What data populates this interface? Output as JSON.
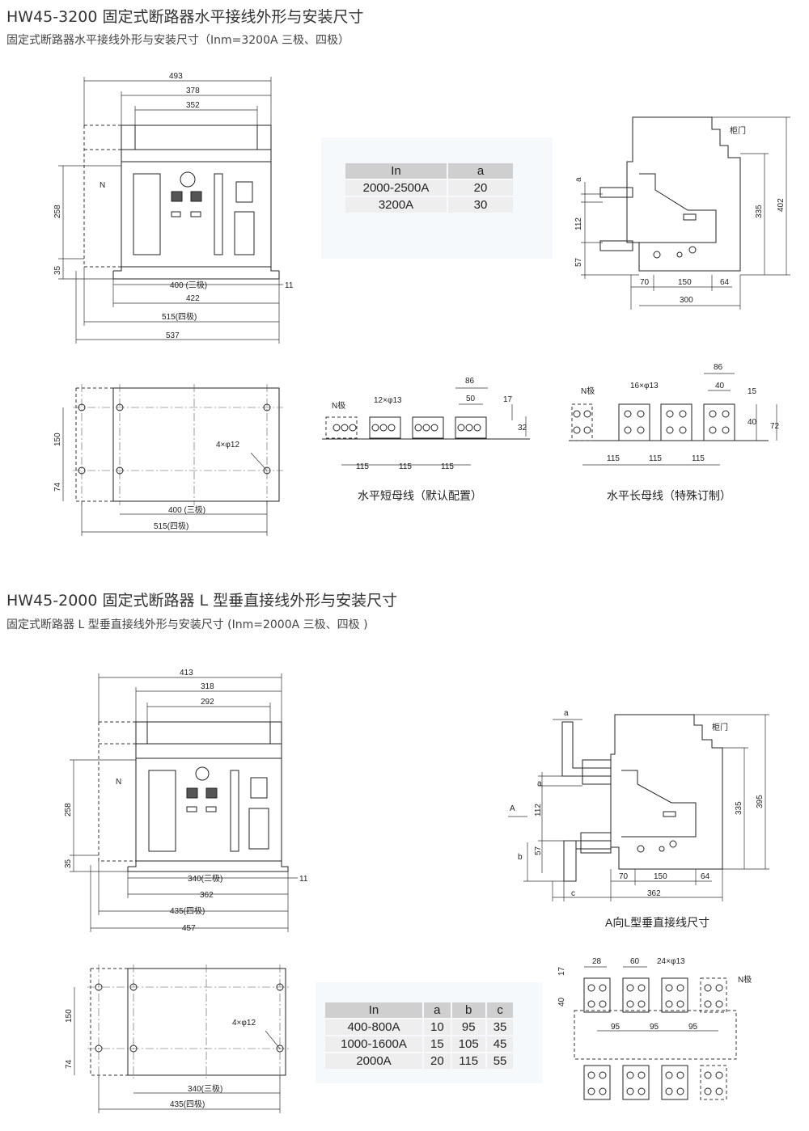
{
  "section1": {
    "title": "HW45-3200 固定式断路器水平接线外形与安装尺寸",
    "subtitle": "固定式断路器水平接线外形与安装尺寸（Inm=3200A 三极、四极）"
  },
  "section2": {
    "title": "HW45-2000 固定式断路器 L 型垂直接线外形与安装尺寸",
    "subtitle": "固定式断路器 L 型垂直接线外形与安装尺寸 (Inm=2000A 三极、四极 )"
  },
  "front1": {
    "d493": "493",
    "d378": "378",
    "d352": "352",
    "n": "N",
    "d258": "258",
    "d35": "35",
    "d400": "400 (三极)",
    "d11": "11",
    "d422": "422",
    "d515": "515(四极)",
    "d537": "537"
  },
  "table1": {
    "headers": [
      "In",
      "a"
    ],
    "rows": [
      [
        "2000-2500A",
        "20"
      ],
      [
        "3200A",
        "30"
      ]
    ]
  },
  "side1": {
    "door": "柜门",
    "a": "a",
    "d112": "112",
    "d57": "57",
    "d335": "335",
    "d402": "402",
    "d70": "70",
    "d150": "150",
    "d64": "64",
    "d300": "300"
  },
  "bottom1": {
    "d150": "150",
    "d74": "74",
    "holes": "4×φ12",
    "d400": "400 (三极)",
    "d515": "515(四极)"
  },
  "busShort": {
    "npole": "N极",
    "holes": "12×φ13",
    "d86": "86",
    "d50": "50",
    "d17": "17",
    "d32": "32",
    "d115a": "115",
    "d115b": "115",
    "d115c": "115",
    "caption": "水平短母线（默认配置）"
  },
  "busLong": {
    "npole": "N极",
    "holes": "16×φ13",
    "d86": "86",
    "d40": "40",
    "d15": "15",
    "d40b": "40",
    "d72": "72",
    "d115a": "115",
    "d115b": "115",
    "d115c": "115",
    "caption": "水平长母线（特殊订制）"
  },
  "front2": {
    "d413": "413",
    "d318": "318",
    "d292": "292",
    "n": "N",
    "d258": "258",
    "d35": "35",
    "d340": "340(三极)",
    "d11": "11",
    "d362": "362",
    "d435": "435(四极)",
    "d457": "457"
  },
  "side2": {
    "a1": "a",
    "door": "柜门",
    "a2": "a",
    "A": "A",
    "d112": "112",
    "b": "b",
    "d57": "57",
    "d335": "335",
    "d395": "395",
    "d70": "70",
    "d150": "150",
    "d64": "64",
    "c": "c",
    "d362": "362",
    "caption": "A向L型垂直接线尺寸"
  },
  "bottom2": {
    "d150": "150",
    "d74": "74",
    "holes": "4×φ12",
    "d340": "340(三极)",
    "d435": "435(四极)"
  },
  "table2": {
    "headers": [
      "In",
      "a",
      "b",
      "c"
    ],
    "rows": [
      [
        "400-800A",
        "10",
        "95",
        "35"
      ],
      [
        "1000-1600A",
        "15",
        "105",
        "45"
      ],
      [
        "2000A",
        "20",
        "115",
        "55"
      ]
    ]
  },
  "busL": {
    "d17": "17",
    "d28": "28",
    "d60": "60",
    "holes": "24×φ13",
    "d40": "40",
    "npole": "N极",
    "d95a": "95",
    "d95b": "95",
    "d95c": "95"
  }
}
